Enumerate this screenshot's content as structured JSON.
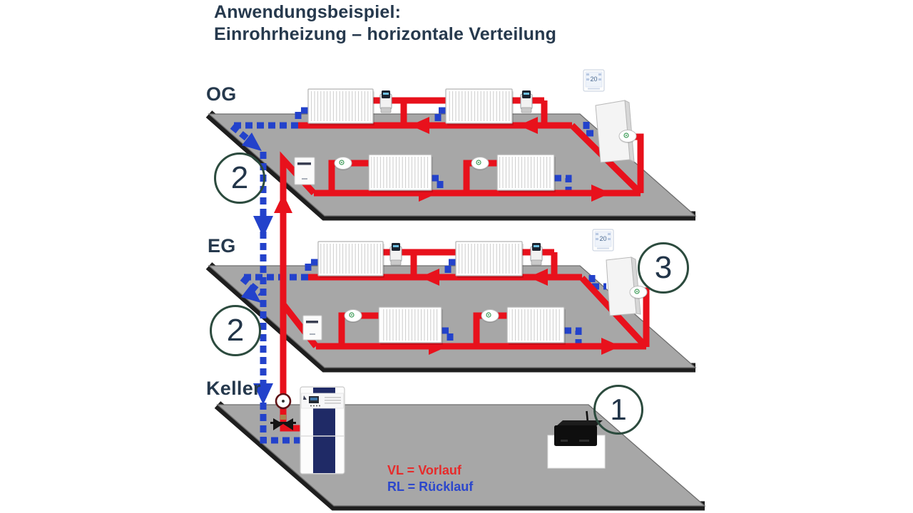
{
  "title": {
    "line1": "Anwendungsbeispiel:",
    "line2": "Einrohrheizung – horizontale Verteilung"
  },
  "floors": {
    "og": "OG",
    "eg": "EG",
    "keller": "Keller"
  },
  "markers": {
    "gateway": "1",
    "riser_og": "2",
    "riser_eg": "2",
    "room_zone": "3"
  },
  "legend": {
    "vl": "VL = Vorlauf",
    "rl": "RL = Rücklauf"
  },
  "wall_thermostat_display": "20",
  "colors": {
    "flow_red": "#e8111c",
    "return_blue": "#2342cb",
    "slab_gray": "#a7a7a7",
    "slab_edge_dark": "#1e1e1e",
    "slab_outline": "#6e6e6e",
    "text_navy": "#26394d",
    "marker_ring": "#2c4b3e",
    "boiler_stripe_navy": "#1f2a66",
    "legend_vl_red": "#e62b2b",
    "legend_rl_blue": "#2c47cc"
  }
}
